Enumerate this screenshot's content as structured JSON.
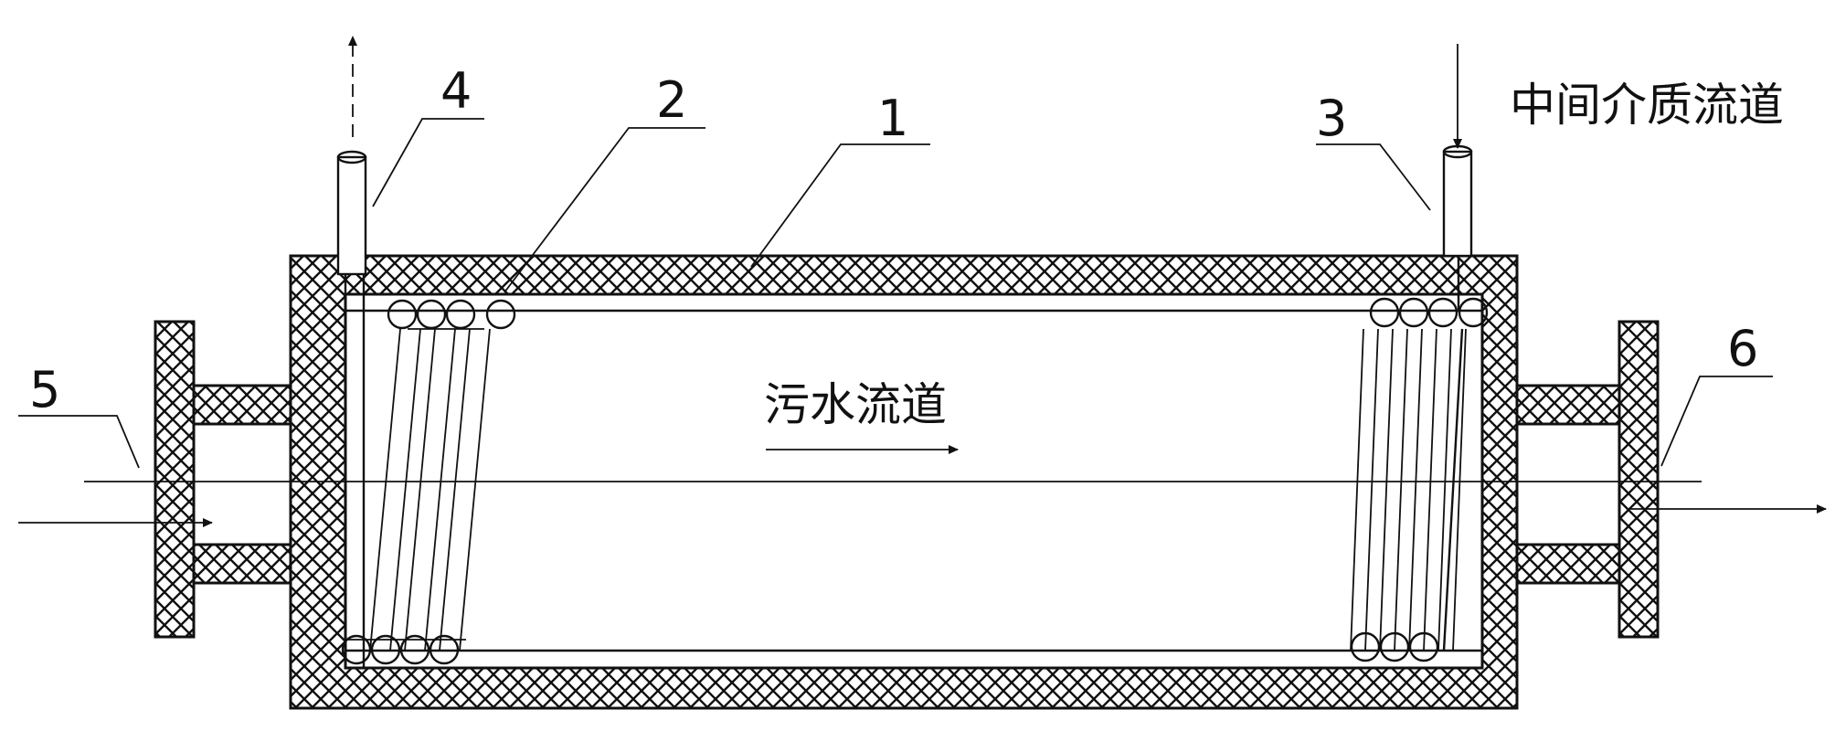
{
  "labels": {
    "part_1": "1",
    "part_2": "2",
    "part_3": "3",
    "part_4": "4",
    "part_5": "5",
    "part_6": "6"
  },
  "sewage_channel": "污水流道",
  "intermediate_channel": "中间介质流道"
}
